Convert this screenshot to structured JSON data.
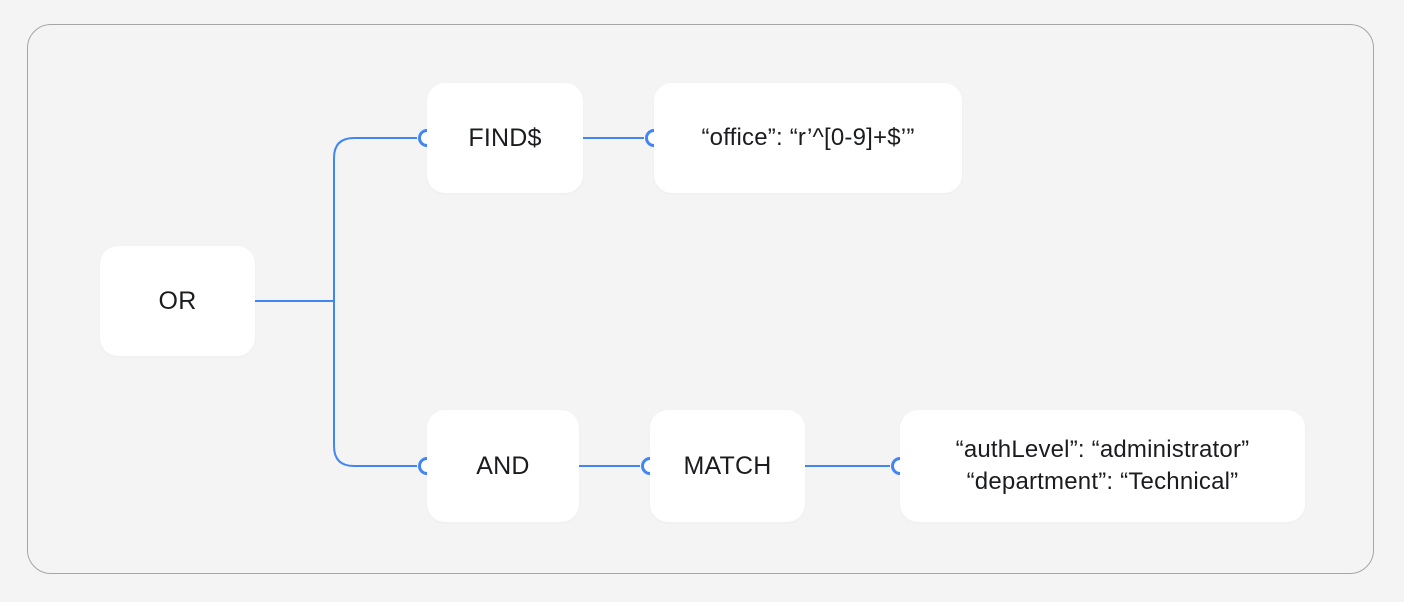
{
  "colors": {
    "accent": "#4285f4",
    "background": "#f4f4f5",
    "node_fill": "#ffffff",
    "frame_border": "#a6a6a8",
    "text": "#1b1c1f"
  },
  "diagram": {
    "nodes": {
      "or": {
        "label": "OR"
      },
      "find": {
        "label": "FIND$"
      },
      "find_value": {
        "text": "“office”: “r’^[0-9]+$’”"
      },
      "and": {
        "label": "AND"
      },
      "match": {
        "label": "MATCH"
      },
      "match_value": {
        "line1": "“authLevel”: “administrator”",
        "line2": "“department”: “Technical”"
      }
    },
    "edges": [
      {
        "from": "or",
        "to": "find"
      },
      {
        "from": "or",
        "to": "and"
      },
      {
        "from": "find",
        "to": "find_value"
      },
      {
        "from": "and",
        "to": "match"
      },
      {
        "from": "match",
        "to": "match_value"
      }
    ]
  }
}
